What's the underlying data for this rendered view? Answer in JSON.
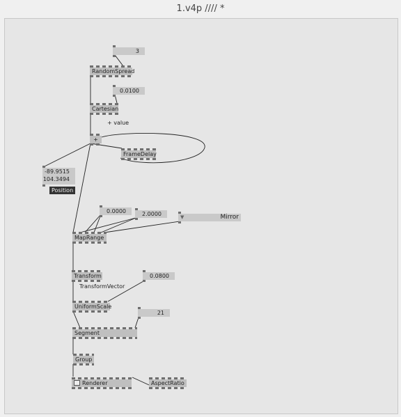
{
  "window": {
    "title": "1.v4p //// *"
  },
  "iobox_values": {
    "count": "3",
    "scale": "0.0100",
    "min": "0.0000",
    "max": "2.0000",
    "mode": "Mirror",
    "uniform": "0.0800",
    "segments": "21"
  },
  "position_values": [
    "-89.9515",
    "104.3494"
  ],
  "nodes": {
    "random_spread": "RandomSpread",
    "cartesian": "Cartesian",
    "add": "+",
    "frame_delay": "FrameDelay",
    "map_range": "MapRange",
    "transform": "Transform",
    "uniform_scale": "UniformScale",
    "segment": "Segment",
    "group": "Group",
    "renderer": "Renderer",
    "aspect_ratio": "AspectRatio"
  },
  "labels": {
    "value_hint": "+ value",
    "position": "Position",
    "transform_vector": "TransformVector"
  },
  "colors": {
    "node": "#bfbfbf",
    "iobox": "#c9c9c9",
    "canvas": "#e6e6e6",
    "wire": "#222222"
  }
}
